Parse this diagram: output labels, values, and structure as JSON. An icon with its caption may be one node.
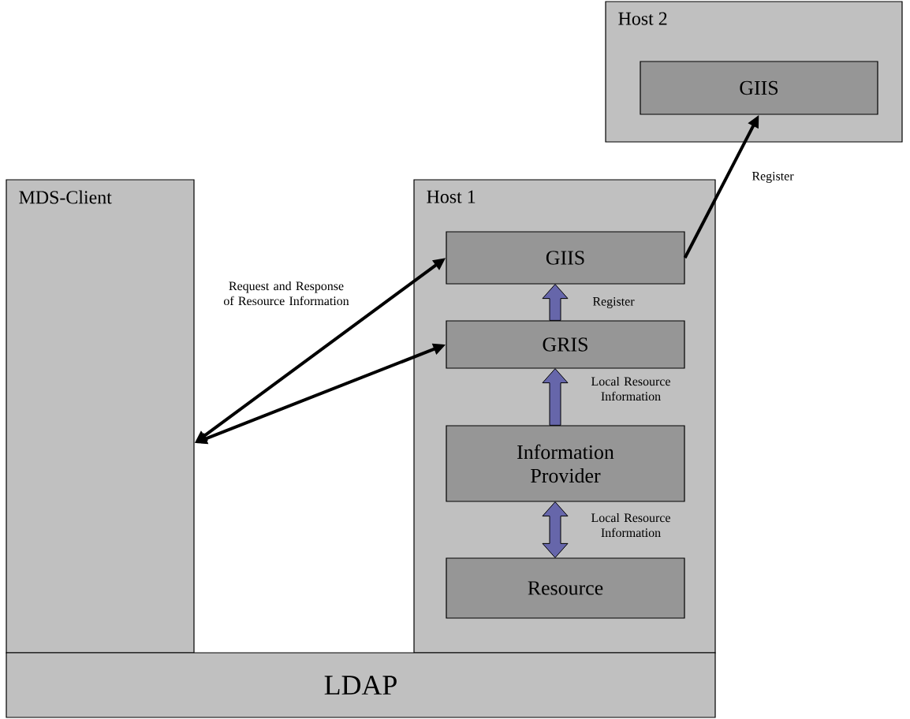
{
  "diagram": {
    "nodes": [
      {
        "text": [
          "Host 2"
        ]
      },
      {
        "text": [
          "GIIS"
        ],
        "in": 0
      },
      {
        "text": [
          "MDS-Client"
        ]
      },
      {
        "text": [
          "Host 1"
        ]
      },
      {
        "text": [
          "GIIS"
        ],
        "in": 3
      },
      {
        "text": [
          "GRIS"
        ],
        "in": 3
      },
      {
        "text": [
          "Information Provider"
        ],
        "in": 3
      },
      {
        "text": [
          "Resource"
        ],
        "in": 3
      },
      {
        "text": [
          "LDAP"
        ]
      }
    ],
    "edges": [
      {
        "from": 4,
        "to": 1,
        "arrow": "to",
        "label": "Register"
      },
      {
        "from": 2,
        "to": 4,
        "arrow": "both",
        "label": "Request and Response of Resource Information"
      },
      {
        "from": 2,
        "to": 5,
        "arrow": "both"
      },
      {
        "from": 5,
        "to": 4,
        "arrow": "to",
        "label": "Register",
        "color": "#6666aa"
      },
      {
        "from": 6,
        "to": 5,
        "arrow": "to",
        "label": "Local Resource Information",
        "color": "#6666aa"
      },
      {
        "from": 7,
        "to": 6,
        "arrow": "both",
        "label": "Local Resource Information",
        "color": "#6666aa"
      }
    ]
  }
}
